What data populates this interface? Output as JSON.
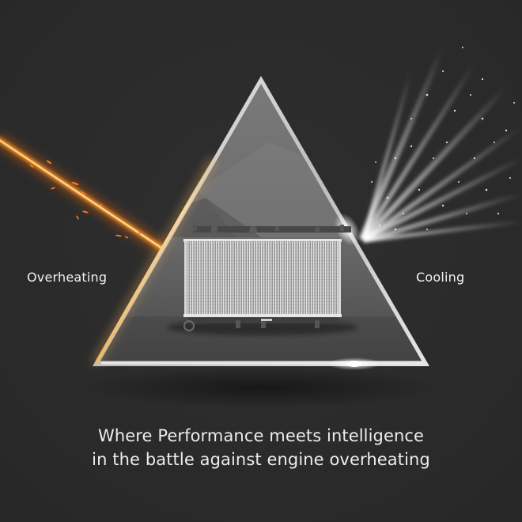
{
  "labels": {
    "left": "Overheating",
    "right": "Cooling"
  },
  "tagline": {
    "line1": "Where Performance meets intelligence",
    "line2": "in the battle against engine overheating"
  },
  "colors": {
    "background": "#2b2b2b",
    "triangle_fill": "#6e6e6e",
    "triangle_border": "#d9d9d9",
    "heat_beam": "#ffb347",
    "heat_glow": "#ff7a1a",
    "cool_spray": "#e8e8e8",
    "text": "#f2f2f2"
  },
  "icons": {
    "heat_beam": "fire-beam-icon",
    "cool_spray": "mist-spray-icon",
    "product": "radiator-icon",
    "prism": "prism-triangle-icon"
  }
}
